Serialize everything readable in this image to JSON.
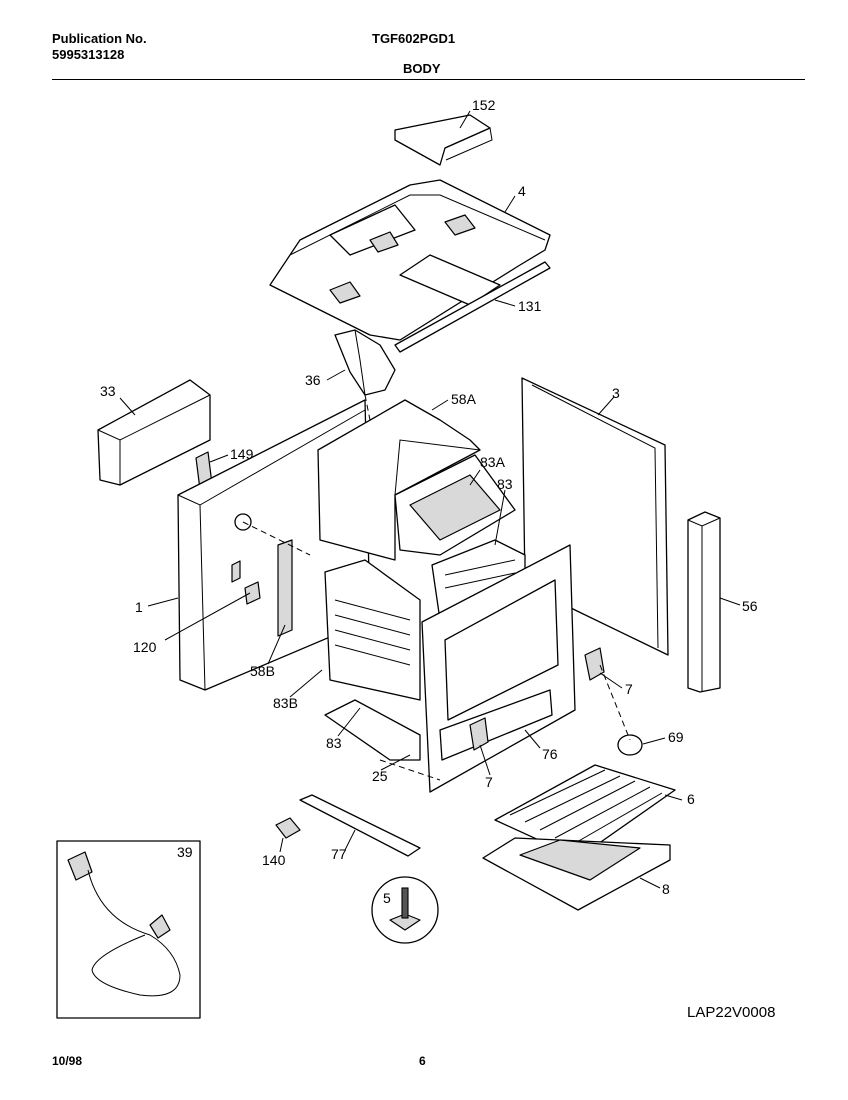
{
  "header": {
    "publication_label": "Publication No.",
    "publication_number": "5995313128",
    "model": "TGF602PGD1",
    "section": "BODY"
  },
  "footer": {
    "date": "10/98",
    "page": "6",
    "drawing_code": "LAP22V0008"
  },
  "parts": {
    "p152": "152",
    "p4": "4",
    "p131": "131",
    "p36": "36",
    "p33": "33",
    "p58A": "58A",
    "p3": "3",
    "p149": "149",
    "p83A": "83A",
    "p83_top": "83",
    "p1": "1",
    "p120": "120",
    "p58B": "58B",
    "p83B": "83B",
    "p83_bottom": "83",
    "p25": "25",
    "p56": "56",
    "p7_right": "7",
    "p7_bottom": "7",
    "p69": "69",
    "p76": "76",
    "p6": "6",
    "p39": "39",
    "p140": "140",
    "p77": "77",
    "p5": "5",
    "p8": "8"
  }
}
